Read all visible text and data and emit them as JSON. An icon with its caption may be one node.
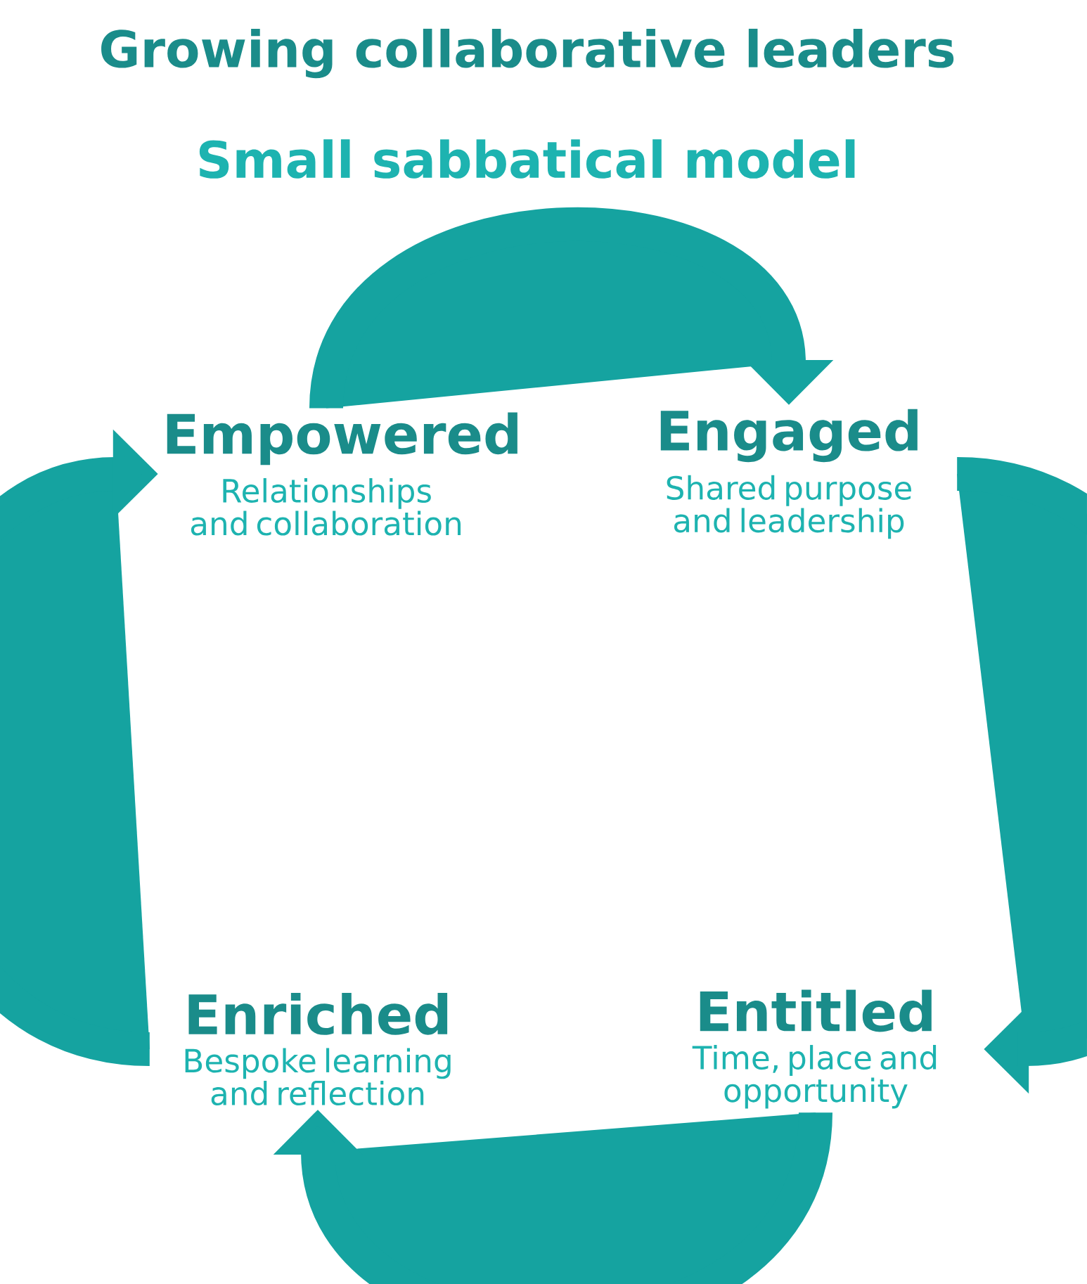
{
  "diagram": {
    "title": "Growing collaborative leaders",
    "nodes": [
      {
        "text": [
          "Empowered",
          "Relationships and collaboration"
        ]
      },
      {
        "text": [
          "Engaged",
          "Shared purpose and leadership"
        ]
      },
      {
        "text": [
          "Entitled",
          "Time, place and opportunity"
        ]
      },
      {
        "text": [
          "Enriched",
          "Bespoke learning and reflection"
        ]
      }
    ],
    "edges": [
      {
        "from": 0,
        "to": 1,
        "arrow": "to"
      },
      {
        "from": 1,
        "to": 2,
        "arrow": "to"
      },
      {
        "from": 2,
        "to": 3,
        "arrow": "to"
      },
      {
        "from": 3,
        "to": 0,
        "arrow": "to"
      }
    ],
    "labels": [
      "Small sabbatical model"
    ]
  }
}
